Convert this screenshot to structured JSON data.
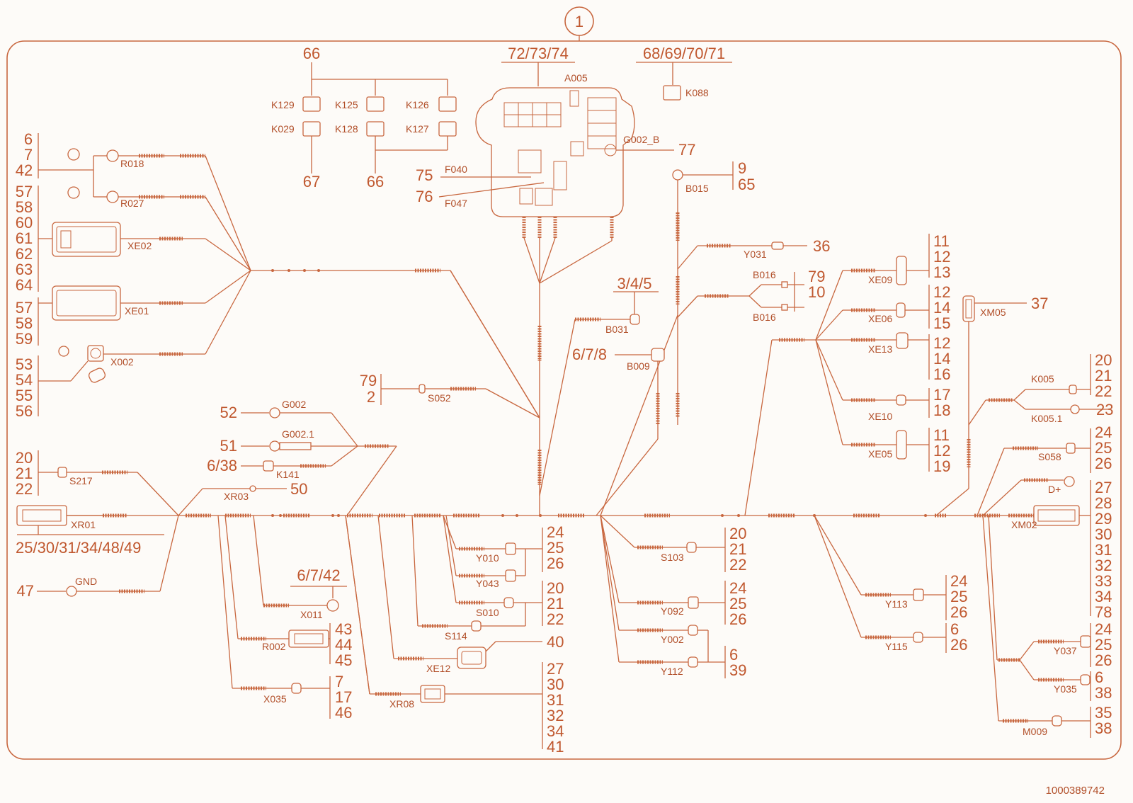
{
  "diagram": {
    "title_number": "1",
    "doc_number": "1000389742",
    "box_refs": {
      "k_group_top": "66",
      "k_group_bottom": "66",
      "k029_ref": "67",
      "fusebox": "72/73/74",
      "k088_ref": "68/69/70/71",
      "g002b_ref": "77",
      "f040_ref": "75",
      "f047_ref": "76",
      "b015_refs": [
        "9",
        "65"
      ],
      "y031_ref": "36",
      "b016_refs": [
        "79",
        "10"
      ],
      "b031_ref": "3/4/5",
      "b009_ref": "6/7/8",
      "xe09_refs": [
        "11",
        "12",
        "13"
      ],
      "xe06_refs": [
        "12",
        "14",
        "15"
      ],
      "xe13_refs": [
        "12",
        "14",
        "16"
      ],
      "xe10_refs": [
        "17",
        "18"
      ],
      "xe05_refs": [
        "11",
        "12",
        "19"
      ],
      "xm05_ref": "37",
      "k005_refs": [
        "20",
        "21",
        "22"
      ],
      "k0051_ref": "23",
      "s058_refs": [
        "24",
        "25",
        "26"
      ],
      "xm02_refs": [
        "27",
        "28",
        "29",
        "30",
        "31",
        "32",
        "33",
        "34",
        "78"
      ],
      "r018_refs": [
        "6",
        "7",
        "42"
      ],
      "xe02_refs": [
        "57",
        "58",
        "60",
        "61",
        "62",
        "63",
        "64"
      ],
      "xe01_refs": [
        "57",
        "58",
        "59"
      ],
      "x002_refs": [
        "53",
        "54",
        "55",
        "56"
      ],
      "s052_refs": [
        "79",
        "2"
      ],
      "g002_ref": "52",
      "g0021_ref": "51",
      "k141_ref": "6/38",
      "s217_refs": [
        "20",
        "21",
        "22"
      ],
      "xr03_ref": "50",
      "xr01_ref": "25/30/31/34/48/49",
      "gnd_ref": "47",
      "x011_ref": "6/7/42",
      "r002_refs": [
        "43",
        "44",
        "45"
      ],
      "x035_refs": [
        "7",
        "17",
        "46"
      ],
      "y010_refs": [
        "24",
        "25",
        "26"
      ],
      "s010_refs": [
        "20",
        "21",
        "22"
      ],
      "xe12_ref": "40",
      "xr08_refs": [
        "27",
        "30",
        "31",
        "32",
        "34",
        "41"
      ],
      "s103_refs": [
        "20",
        "21",
        "22"
      ],
      "y092_refs": [
        "24",
        "25",
        "26"
      ],
      "y002_refs": [
        "6",
        "39"
      ],
      "y113_refs": [
        "24",
        "25",
        "26"
      ],
      "y115_refs": [
        "6",
        "26"
      ],
      "y037_refs": [
        "24",
        "25",
        "26"
      ],
      "y035_refs": [
        "6",
        "38"
      ],
      "m009_refs": [
        "35",
        "38"
      ]
    },
    "components": {
      "K129": "K129",
      "K125": "K125",
      "K126": "K126",
      "K029": "K029",
      "K128": "K128",
      "K127": "K127",
      "A005": "A005",
      "K088": "K088",
      "G002_B": "G002_B",
      "F040": "F040",
      "F047": "F047",
      "B015": "B015",
      "Y031": "Y031",
      "B016a": "B016",
      "B016b": "B016",
      "B031": "B031",
      "B009": "B009",
      "XE09": "XE09",
      "XE06": "XE06",
      "XE13": "XE13",
      "XE10": "XE10",
      "XE05": "XE05",
      "XM05": "XM05",
      "K005": "K005",
      "K0051": "K005.1",
      "S058": "S058",
      "Dplus": "D+",
      "XM02": "XM02",
      "R018": "R018",
      "R027": "R027",
      "XE02": "XE02",
      "XE01": "XE01",
      "X002": "X002",
      "S052": "S052",
      "G002": "G002",
      "G0021": "G002.1",
      "K141": "K141",
      "S217": "S217",
      "XR03": "XR03",
      "XR01": "XR01",
      "GND": "GND",
      "X011": "X011",
      "R002": "R002",
      "X035": "X035",
      "Y010": "Y010",
      "Y043": "Y043",
      "S010": "S010",
      "S114": "S114",
      "XE12": "XE12",
      "XR08": "XR08",
      "S103": "S103",
      "Y092": "Y092",
      "Y002": "Y002",
      "Y112": "Y112",
      "Y113": "Y113",
      "Y115": "Y115",
      "Y037": "Y037",
      "Y035": "Y035",
      "M009": "M009"
    }
  }
}
